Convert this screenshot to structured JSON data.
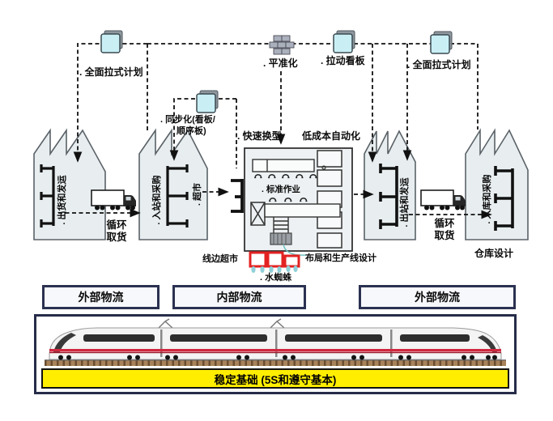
{
  "diagram": {
    "pull_planning_left": ". 全面拉式计划",
    "leveling": ". 平准化",
    "pull_kanban": ". 拉动看板",
    "pull_planning_right": ". 全面拉式计划",
    "synchronization_line1": ". 同步化(看板/",
    "synchronization_line2": "顺序板)",
    "quick_changeover": ". 快速换型",
    "low_cost_automation": "低成本自动化",
    "standard_work": ". 标准作业",
    "factory_left": {
      "shipping": ". 出货和发运",
      "milk_run": "循环取货"
    },
    "factory_inbound": {
      "inbound": ". 入站和采购",
      "supermarket": ". 超市"
    },
    "factory_outbound": {
      "shipping": ". 出站和发运",
      "milk_run": "循环取货"
    },
    "factory_warehouse": {
      "inbound": ". 入库和采购",
      "caption": "仓库设计"
    },
    "lineside_supermarket": "线边超市",
    "layout_design": "布局和生产线设计",
    "water_spider": ". 水蜘蛛"
  },
  "logistics_bars": [
    {
      "label": "外部物流"
    },
    {
      "label": "内部物流"
    },
    {
      "label": "外部物流"
    }
  ],
  "foundation": {
    "label": "稳定基础 (5S和遵守基本)"
  },
  "icons": {
    "kanban_card": "kanban-card-icon",
    "heijunka_box": "heijunka-box-icon",
    "factory": "factory-icon",
    "truck": "truck-icon",
    "supermarket_shelf": "supermarket-shelf-icon",
    "operator": "operator-icon",
    "tugger_cart": "tugger-cart-icon",
    "train": "train-image"
  },
  "colors": {
    "accent_navy": "#2b3150",
    "foundation_yellow": "#ffee00",
    "cart_red": "#e32222",
    "kanban_cyan": "#c9eff5",
    "train_stripe_red": "#cf2840",
    "line_black": "#111111"
  }
}
